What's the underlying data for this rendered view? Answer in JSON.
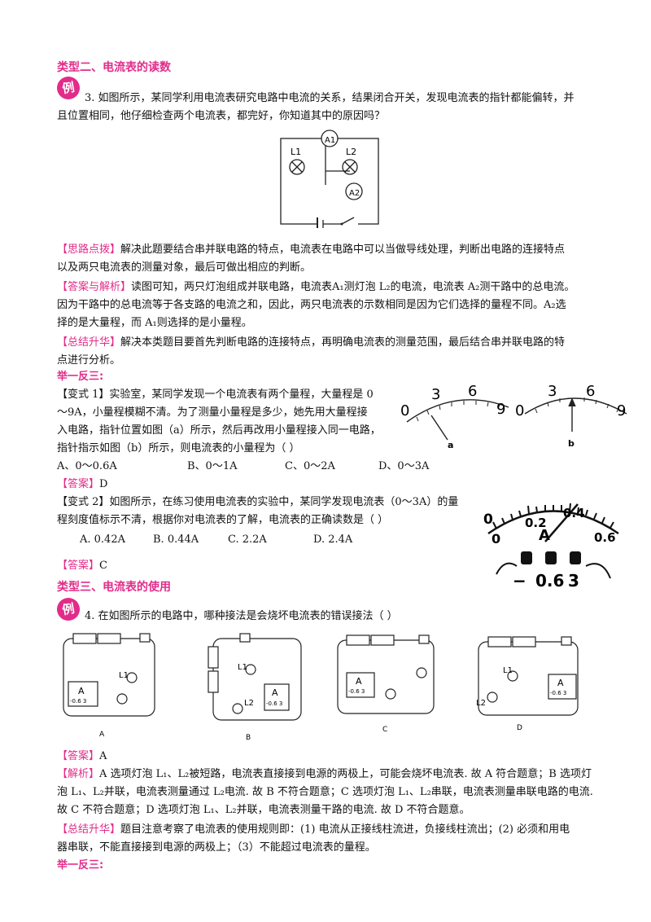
{
  "section2": {
    "title": "类型二、电流表的读数",
    "badge": "例"
  },
  "q3": {
    "line1": "3. 如图所示，某同学利用电流表研究电路中电流的关系，结果闭合开关，发现电流表的指针都能偏转，并",
    "line2": "且位置相同，他仔细检查两个电流表，都完好，你知道其中的原因吗？",
    "fig": {
      "a1": "A1",
      "a2": "A2",
      "l1": "L1",
      "l2": "L2"
    }
  },
  "hint": {
    "tag": "【思路点拨】",
    "line1": "解决此题要结合串并联电路的特点，电流表在电路中可以当做导线处理，判断出电路的连接特点",
    "line2": "以及两只电流表的测量对象，最后可做出相应的判断。"
  },
  "analysis": {
    "tag": "【答案与解析】",
    "line1": "读图可知，两只灯泡组成并联电路，电流表A₁测灯泡 L₂的电流，电流表 A₂测干路中的总电流。",
    "line2": "因为干路中的总电流等于各支路的电流之和，因此，两只电流表的示数相同是因为它们选择的量程不同。A₂选",
    "line3": "择的是大量程，而 A₁则选择的是小量程。"
  },
  "summary1": {
    "tag": "【总结升华】",
    "line1": "解决本类题目要首先判断电路的连接特点，再明确电流表的测量范围，最后结合串并联电路的特",
    "line2": "点进行分析。"
  },
  "extend1": {
    "title": "举一反三:"
  },
  "v1": {
    "tag": "【变式 1】",
    "line1": "实验室，某同学发现一个电流表有两个量程，大量程是 0",
    "line2": "～9A，小量程模糊不清。为了测量小量程是多少，她先用大量程接",
    "line3": "入电路，指针位置如图（a）所示，然后再改用小量程接入同一电路，",
    "line4": "指针指示如图（b）所示，则电流表的小量程为（      ）",
    "options": [
      "A、0～0.6A",
      "B、0～1A",
      "C、0～2A",
      "D、0～3A"
    ],
    "answer_tag": "【答案】",
    "answer": "D",
    "dial": {
      "ticks": [
        "0",
        "3",
        "6",
        "9"
      ],
      "label_a": "a",
      "label_b": "b"
    }
  },
  "v2": {
    "tag": "【变式 2】",
    "line1": "如图所示，在练习使用电流表的实验中，某同学发现电流表（0～3A）的量",
    "line2": "程刻度值标示不清，根据你对电流表的了解，电流表的正确读数是（      ）",
    "options": [
      "A. 0.42A",
      "B. 0.44A",
      "C. 2.2A",
      "D. 2.4A"
    ],
    "answer_tag": "【答案】",
    "answer": "C",
    "dial": {
      "ticks": [
        "0",
        "0.2",
        "0.4",
        "0.6"
      ],
      "unit": "A",
      "terms": [
        "−",
        "0.6",
        "3"
      ]
    }
  },
  "section3": {
    "title": "类型三、电流表的使用",
    "badge": "例"
  },
  "q4": {
    "line": "4.  在如图所示的电路中，哪种接法是会烧坏电流表的错误接法（      ）",
    "labels": [
      "A",
      "B",
      "C",
      "D"
    ],
    "l1": "L1",
    "l2": "L2",
    "meter": "A",
    "scale": "-0.6 3"
  },
  "answer4": {
    "tag": "【答案】",
    "value": "A"
  },
  "jiexi": {
    "tag": "【解析】",
    "line1": "A 选项灯泡 L₁、L₂被短路，电流表直接接到电源的两极上，可能会烧坏电流表. 故 A 符合题意；B 选项灯",
    "line2": "泡 L₁、L₂并联，电流表测量通过 L₂电流. 故 B 不符合题意；C 选项灯泡 L₁、L₂串联，电流表测量串联电路的电流.",
    "line3": "故 C 不符合题意；D 选项灯泡 L₁、L₂并联，电流表测量干路的电流. 故 D 不符合题意。"
  },
  "summary2": {
    "tag": "【总结升华】",
    "line1": "题目注意考察了电流表的使用规则即：(1) 电流从正接线柱流进，负接线柱流出；(2) 必须和用电",
    "line2": "器串联，不能直接接到电源的两极上；（3）不能超过电流表的量程。"
  },
  "extend2": {
    "title": "举一反三:"
  }
}
